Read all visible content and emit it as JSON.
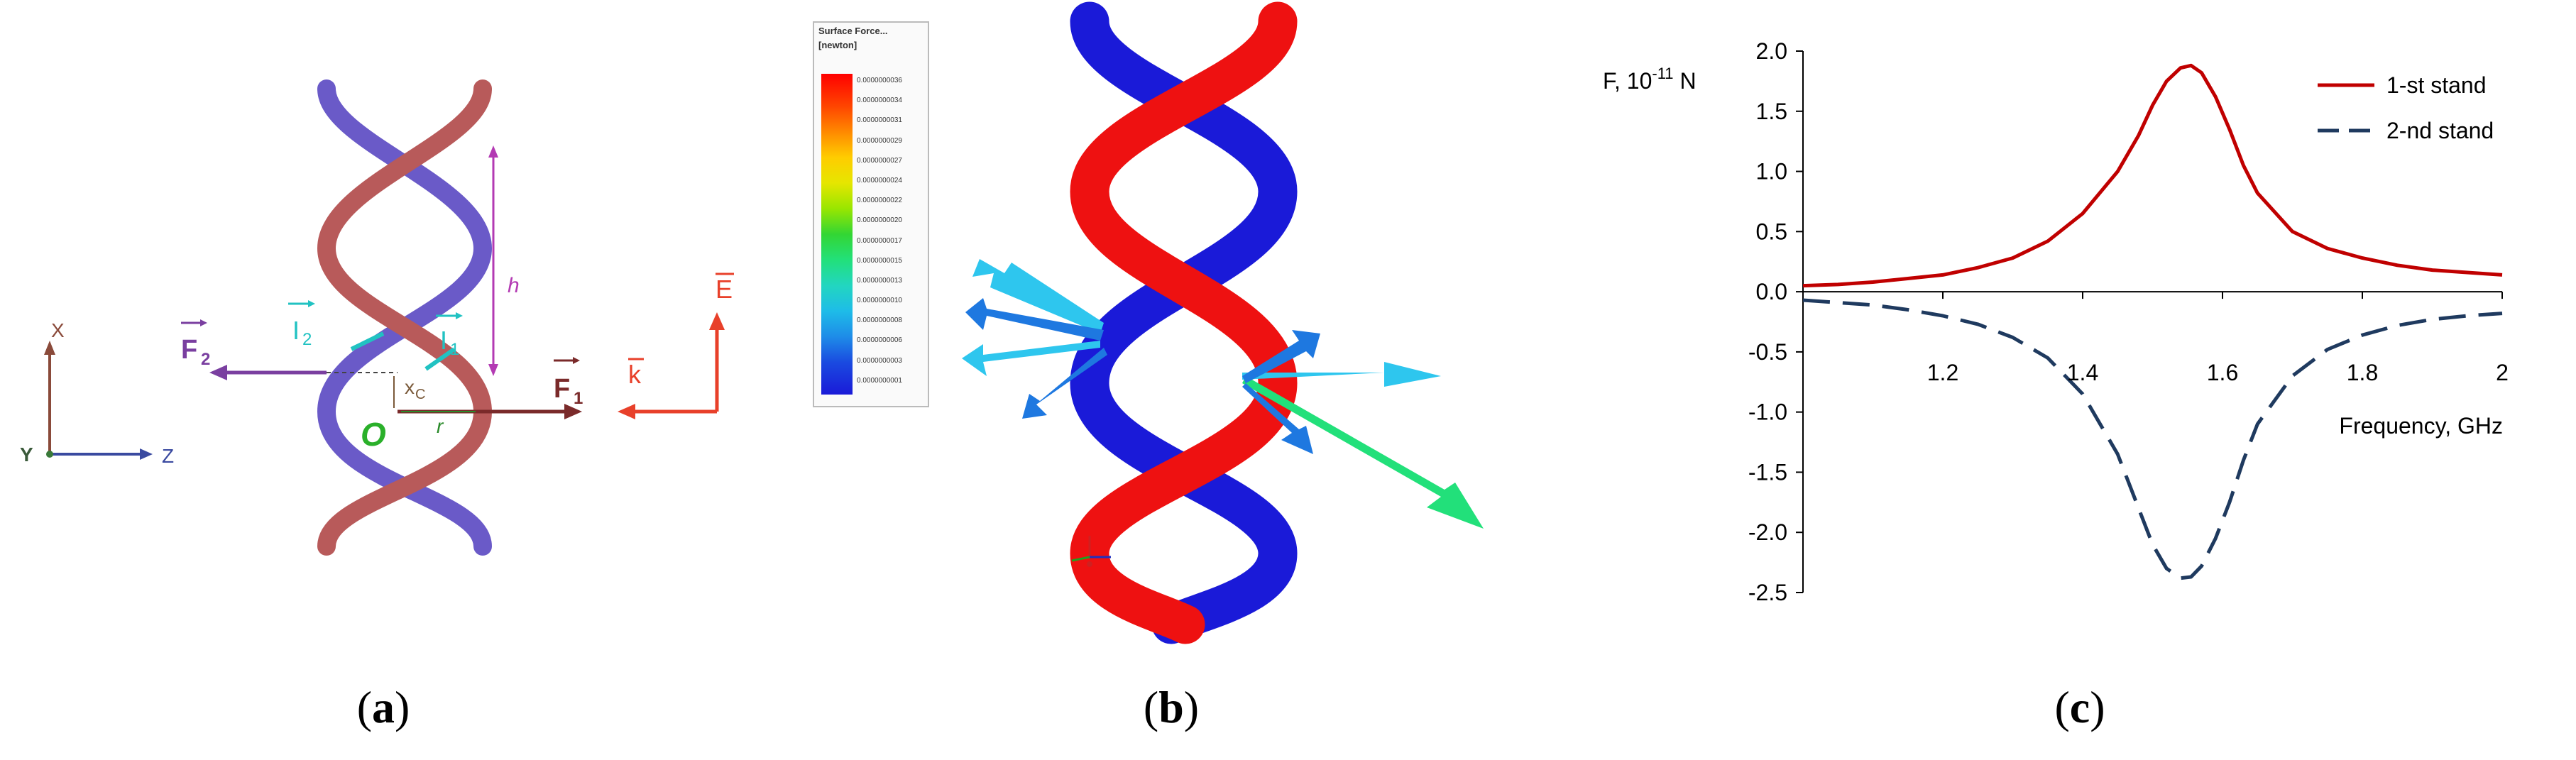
{
  "panel_a": {
    "caption": "a",
    "labels": {
      "x_axis": "X",
      "y_axis": "Y",
      "z_axis": "Z",
      "F2": "F",
      "F2_sub": "2",
      "F1": "F",
      "F1_sub": "1",
      "I2": "I",
      "I2_sub": "2",
      "I1": "I",
      "I1_sub": "1",
      "xc": "x",
      "xc_sub": "C",
      "origin": "O",
      "r": "r",
      "h": "h",
      "k": "k",
      "E": "E"
    },
    "colors": {
      "strand_red": "#b85a5a",
      "strand_blue": "#6a5ac8",
      "F2": "#7a3fa0",
      "F1": "#7a2a2a",
      "I": "#21c2c2",
      "h": "#b33ab3",
      "field": "#e8402a",
      "axes": "#8a4a3a"
    }
  },
  "panel_b": {
    "caption": "b",
    "palette_title_line1": "Surface Force...",
    "palette_title_line2": "[newton]",
    "palette_values": [
      "0.0000000036",
      "0.0000000034",
      "0.0000000031",
      "0.0000000029",
      "0.0000000027",
      "0.0000000024",
      "0.0000000022",
      "0.0000000020",
      "0.0000000017",
      "0.0000000015",
      "0.0000000013",
      "0.0000000010",
      "0.0000000008",
      "0.0000000006",
      "0.0000000003",
      "0.0000000001"
    ],
    "colors": {
      "strand_red": "#ee1111",
      "strand_blue": "#1a1ad8",
      "arrow_light": "#2ec6ee",
      "arrow_mid": "#1e78e0",
      "arrow_green": "#22e07a"
    }
  },
  "panel_c": {
    "caption": "c",
    "chart_data": {
      "type": "line",
      "ylabel_text": "F, 10",
      "ylabel_exp": "-11",
      "ylabel_unit": " N",
      "xlabel": "Frequency, GHz",
      "xlim": [
        1.0,
        2.0
      ],
      "ylim": [
        -2.5,
        2.0
      ],
      "x_ticks": [
        "1.2",
        "1.4",
        "1.6",
        "1.8",
        "2"
      ],
      "x_tick_values": [
        1.2,
        1.4,
        1.6,
        1.8,
        2.0
      ],
      "y_ticks": [
        "2.0",
        "1.5",
        "1.0",
        "0.5",
        "0.0",
        "-0.5",
        "-1.0",
        "-1.5",
        "-2.0",
        "-2.5"
      ],
      "y_tick_values": [
        2.0,
        1.5,
        1.0,
        0.5,
        0.0,
        -0.5,
        -1.0,
        -1.5,
        -2.0,
        -2.5
      ],
      "x": [
        1.0,
        1.05,
        1.1,
        1.15,
        1.2,
        1.25,
        1.3,
        1.35,
        1.4,
        1.45,
        1.48,
        1.5,
        1.52,
        1.54,
        1.555,
        1.57,
        1.59,
        1.61,
        1.63,
        1.65,
        1.7,
        1.75,
        1.8,
        1.85,
        1.9,
        1.95,
        2.0
      ],
      "series": [
        {
          "name": "1-st stand",
          "color": "#c00000",
          "dash": "solid",
          "values": [
            0.05,
            0.06,
            0.08,
            0.11,
            0.14,
            0.2,
            0.28,
            0.42,
            0.65,
            1.0,
            1.3,
            1.55,
            1.75,
            1.86,
            1.88,
            1.82,
            1.62,
            1.35,
            1.05,
            0.82,
            0.5,
            0.36,
            0.28,
            0.22,
            0.18,
            0.16,
            0.14
          ]
        },
        {
          "name": "2-nd stand",
          "color": "#1f3a5f",
          "dash": "dashed",
          "values": [
            -0.07,
            -0.09,
            -0.11,
            -0.15,
            -0.2,
            -0.27,
            -0.38,
            -0.55,
            -0.85,
            -1.35,
            -1.8,
            -2.1,
            -2.3,
            -2.38,
            -2.37,
            -2.28,
            -2.05,
            -1.75,
            -1.4,
            -1.1,
            -0.7,
            -0.48,
            -0.36,
            -0.28,
            -0.23,
            -0.2,
            -0.18
          ]
        }
      ]
    }
  }
}
